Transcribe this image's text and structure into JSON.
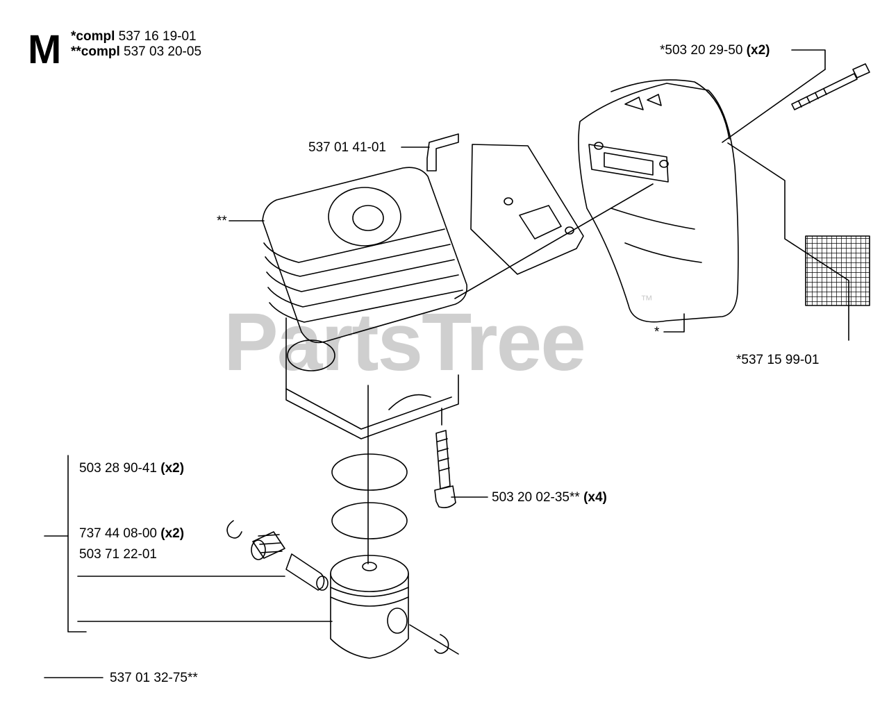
{
  "section_letter": "M",
  "header": {
    "compl1": {
      "prefix": "*compl",
      "number": "537 16 19-01"
    },
    "compl2": {
      "prefix": "**compl",
      "number": "537 03 20-05"
    }
  },
  "watermark": {
    "text": "PartsTree",
    "tm": "™"
  },
  "labels": {
    "bolt_top": {
      "number": "*503 20 29-50",
      "qty": "(x2)"
    },
    "bracket": {
      "number": "537 01 41-01"
    },
    "cylinder": {
      "number": "**"
    },
    "muffler": {
      "number": "*"
    },
    "screen": {
      "number": "*537 15 99-01"
    },
    "ring": {
      "number": "503 28 90-41",
      "qty": "(x2)"
    },
    "screw": {
      "number": "503 20 02-35**",
      "qty": "(x4)"
    },
    "circlip": {
      "number": "737 44 08-00",
      "qty": "(x2)"
    },
    "bearing": {
      "number": "503 71 22-01"
    },
    "piston_kit": {
      "number": "537 01 32-75**"
    }
  }
}
